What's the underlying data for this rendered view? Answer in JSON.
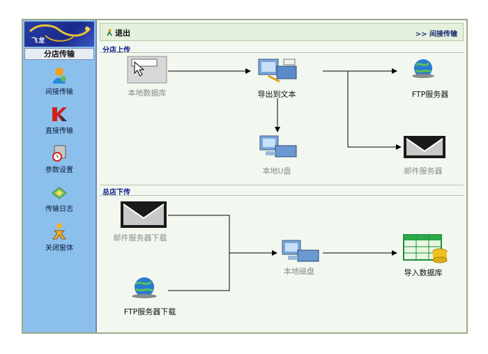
{
  "logo": {
    "text": "飞龙"
  },
  "sidebar": {
    "title": "分店传输",
    "items": [
      {
        "label": "间接传输"
      },
      {
        "label": "直接传输"
      },
      {
        "label": "参数设置"
      },
      {
        "label": "传输日志"
      },
      {
        "label": "关闭窗体"
      }
    ]
  },
  "topbar": {
    "exit_label": "退出",
    "right_link": ">> 间接传输"
  },
  "upload": {
    "title": "分店上传",
    "local_db": "本地数据库",
    "export_text": "导出到文本",
    "ftp_server": "FTP服务器",
    "local_u_disk": "本地U盘",
    "mail_server": "邮件服务器"
  },
  "download": {
    "title": "总店下传",
    "mail_download": "邮件服务器下载",
    "ftp_download": "FTP服务器下载",
    "local_disk": "本地磁盘",
    "import_db": "导入数据库"
  },
  "colors": {
    "sidebar": "#8cc0ec",
    "background": "#f2f8ef",
    "title_blue": "#0a1a8a"
  }
}
